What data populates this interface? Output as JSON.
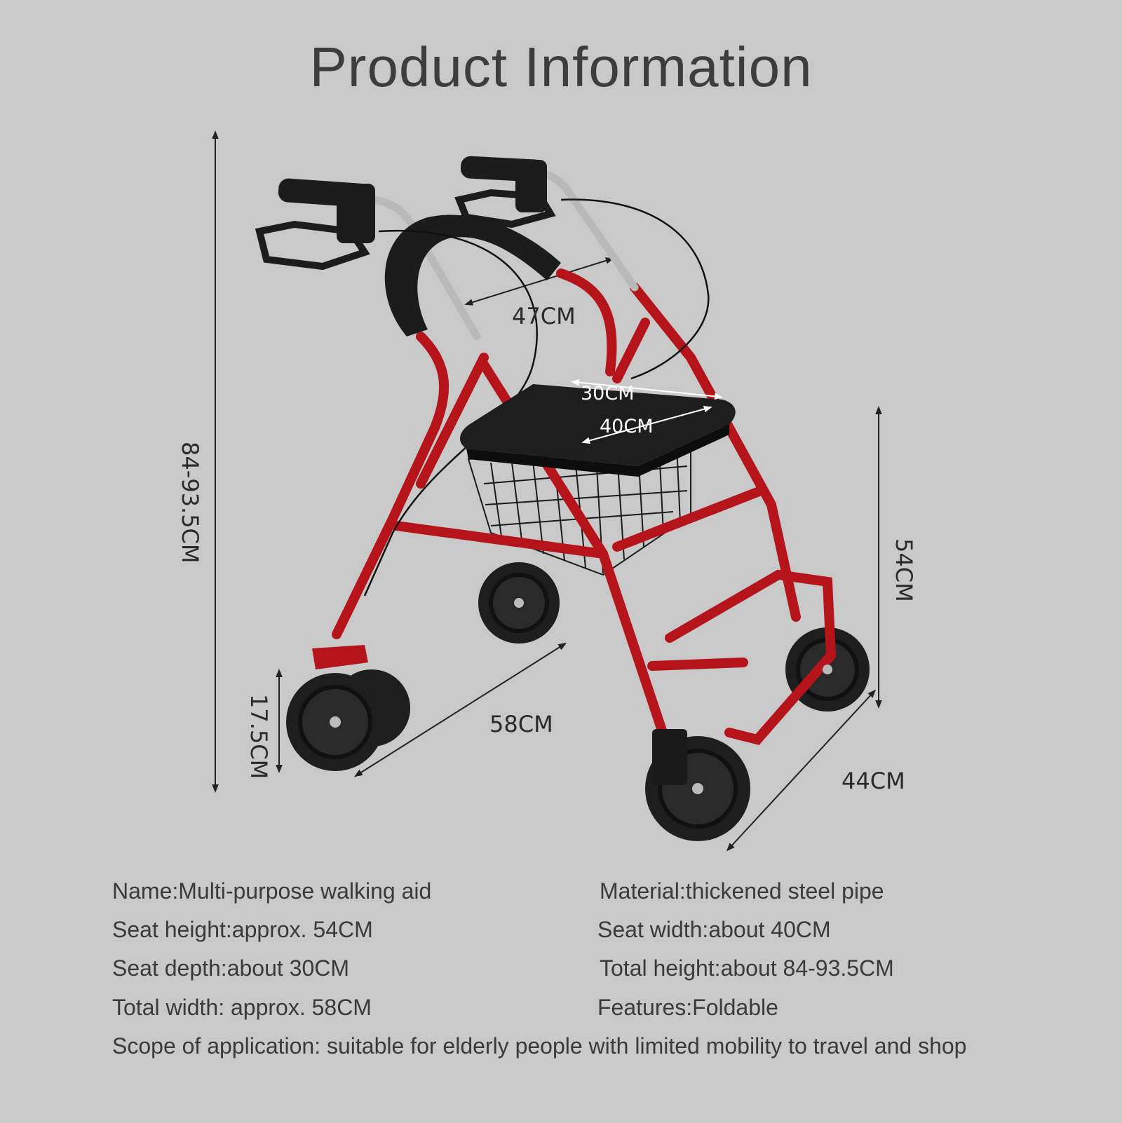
{
  "title": "Product Information",
  "dimensions": {
    "total_height": "84-93.5CM",
    "handle_width": "47CM",
    "seat_depth": "30CM",
    "seat_width": "40CM",
    "seat_height": "54CM",
    "wheel_diameter": "17.5CM",
    "total_width": "58CM",
    "depth": "44CM"
  },
  "specs": {
    "name": "Name:Multi-purpose walking aid",
    "material": "Material:thickened steel pipe",
    "seat_height": "Seat height:approx. 54CM",
    "seat_width": "Seat width:about 40CM",
    "seat_depth": "Seat depth:about 30CM",
    "total_height": "Total height:about 84-93.5CM",
    "total_width": "Total width: approx. 58CM",
    "features": "Features:Foldable",
    "scope": "Scope of application: suitable for elderly people with limited mobility to travel and shop"
  },
  "colors": {
    "background": "#c9c9c9",
    "frame": "#b5141a",
    "black": "#1e1e1e"
  }
}
